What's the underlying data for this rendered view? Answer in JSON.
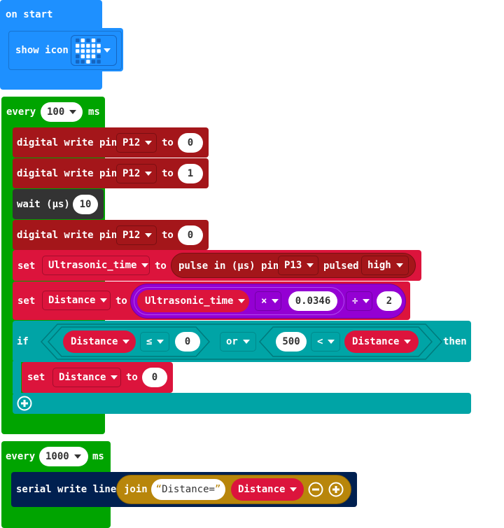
{
  "on_start": {
    "label": "on start",
    "show_icon_label": "show icon",
    "icon_name": "heart-icon"
  },
  "every_loop": {
    "every_label": "every",
    "interval": "100",
    "unit": "ms",
    "lines": [
      {
        "label": "digital write pin",
        "pin": "P12",
        "to": "to",
        "value": "0"
      },
      {
        "label": "digital write pin",
        "pin": "P12",
        "to": "to",
        "value": "1"
      },
      {
        "label": "wait (µs)",
        "value": "10"
      },
      {
        "label": "digital write pin",
        "pin": "P12",
        "to": "to",
        "value": "0"
      }
    ],
    "set_ultra": {
      "set": "set",
      "var": "Ultrasonic_time",
      "to": "to",
      "pulse_label": "pulse in (µs) pin",
      "pin": "P13",
      "pulsed": "pulsed",
      "level": "high"
    },
    "set_distance": {
      "set": "set",
      "var": "Distance",
      "to": "to",
      "operand_var": "Ultrasonic_time",
      "multiply": "×",
      "factor": "0.0346",
      "divide": "÷",
      "divisor": "2"
    },
    "if_block": {
      "if": "if",
      "left_var": "Distance",
      "cmp1": "≤",
      "cmp1_value": "0",
      "or": "or",
      "cmp2_value": "500",
      "cmp2": "<",
      "right_var": "Distance",
      "then": "then",
      "inner": {
        "set": "set",
        "var": "Distance",
        "to": "to",
        "value": "0"
      }
    }
  },
  "every_loop_2": {
    "every_label": "every",
    "interval": "1000",
    "unit": "ms",
    "serial": {
      "label": "serial write line",
      "join": "join",
      "string": "Distance=",
      "var": "Distance"
    }
  },
  "colors": {
    "basic_blue": "#1e90ff",
    "loop_green": "#00a400",
    "pins_red": "#a4161a",
    "variables_red": "#dc143c",
    "math_purple": "#9400d3",
    "logic_teal": "#00a4a6",
    "serial_navy": "#002050",
    "text_gold": "#b8860b",
    "control_dark": "#333333"
  }
}
